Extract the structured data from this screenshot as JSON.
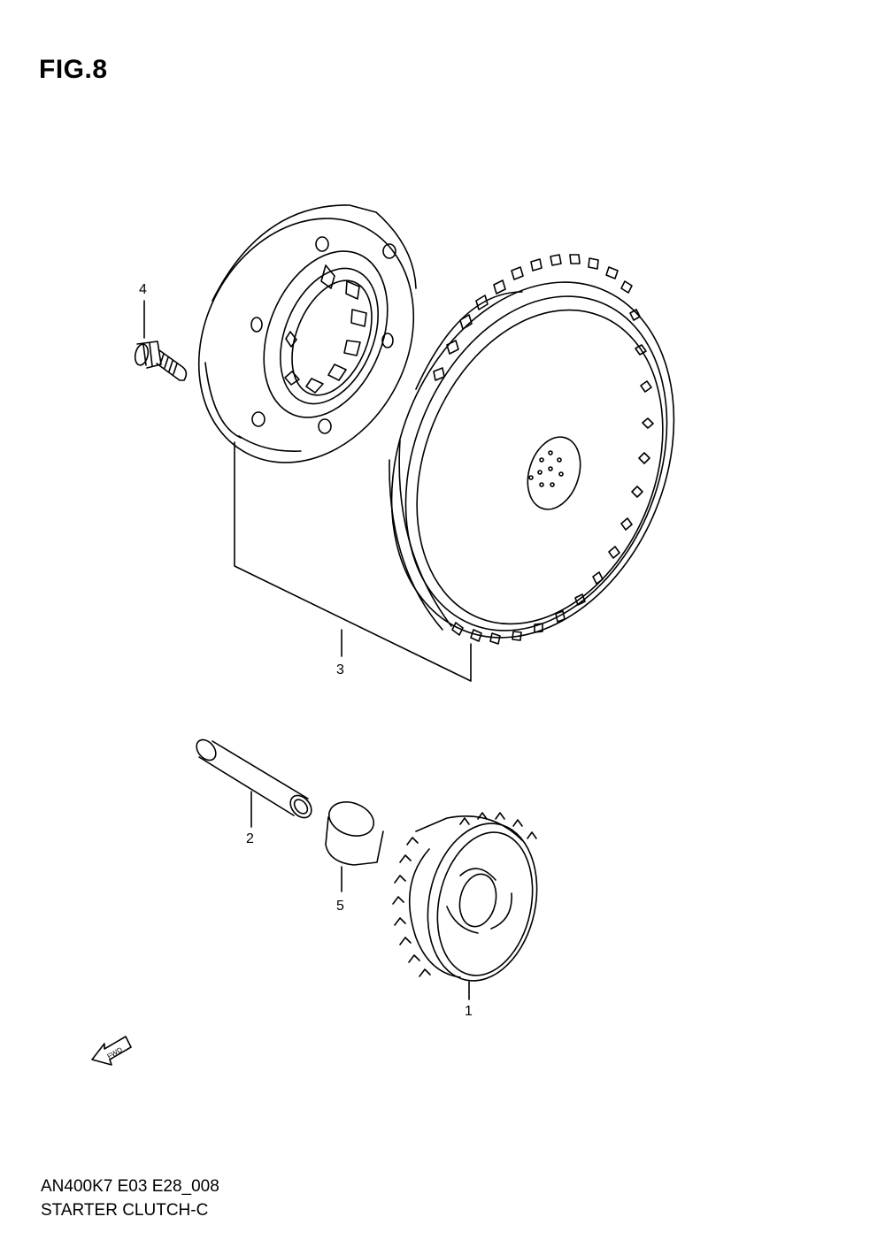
{
  "figure": {
    "title": "FIG.8"
  },
  "footer": {
    "code": "AN400K7 E03 E28_008",
    "name": "STARTER CLUTCH-C"
  },
  "parts": [
    {
      "ref": "1"
    },
    {
      "ref": "2"
    },
    {
      "ref": "3"
    },
    {
      "ref": "4"
    },
    {
      "ref": "5"
    }
  ],
  "fwd_arrow": {
    "label": "FWD"
  }
}
